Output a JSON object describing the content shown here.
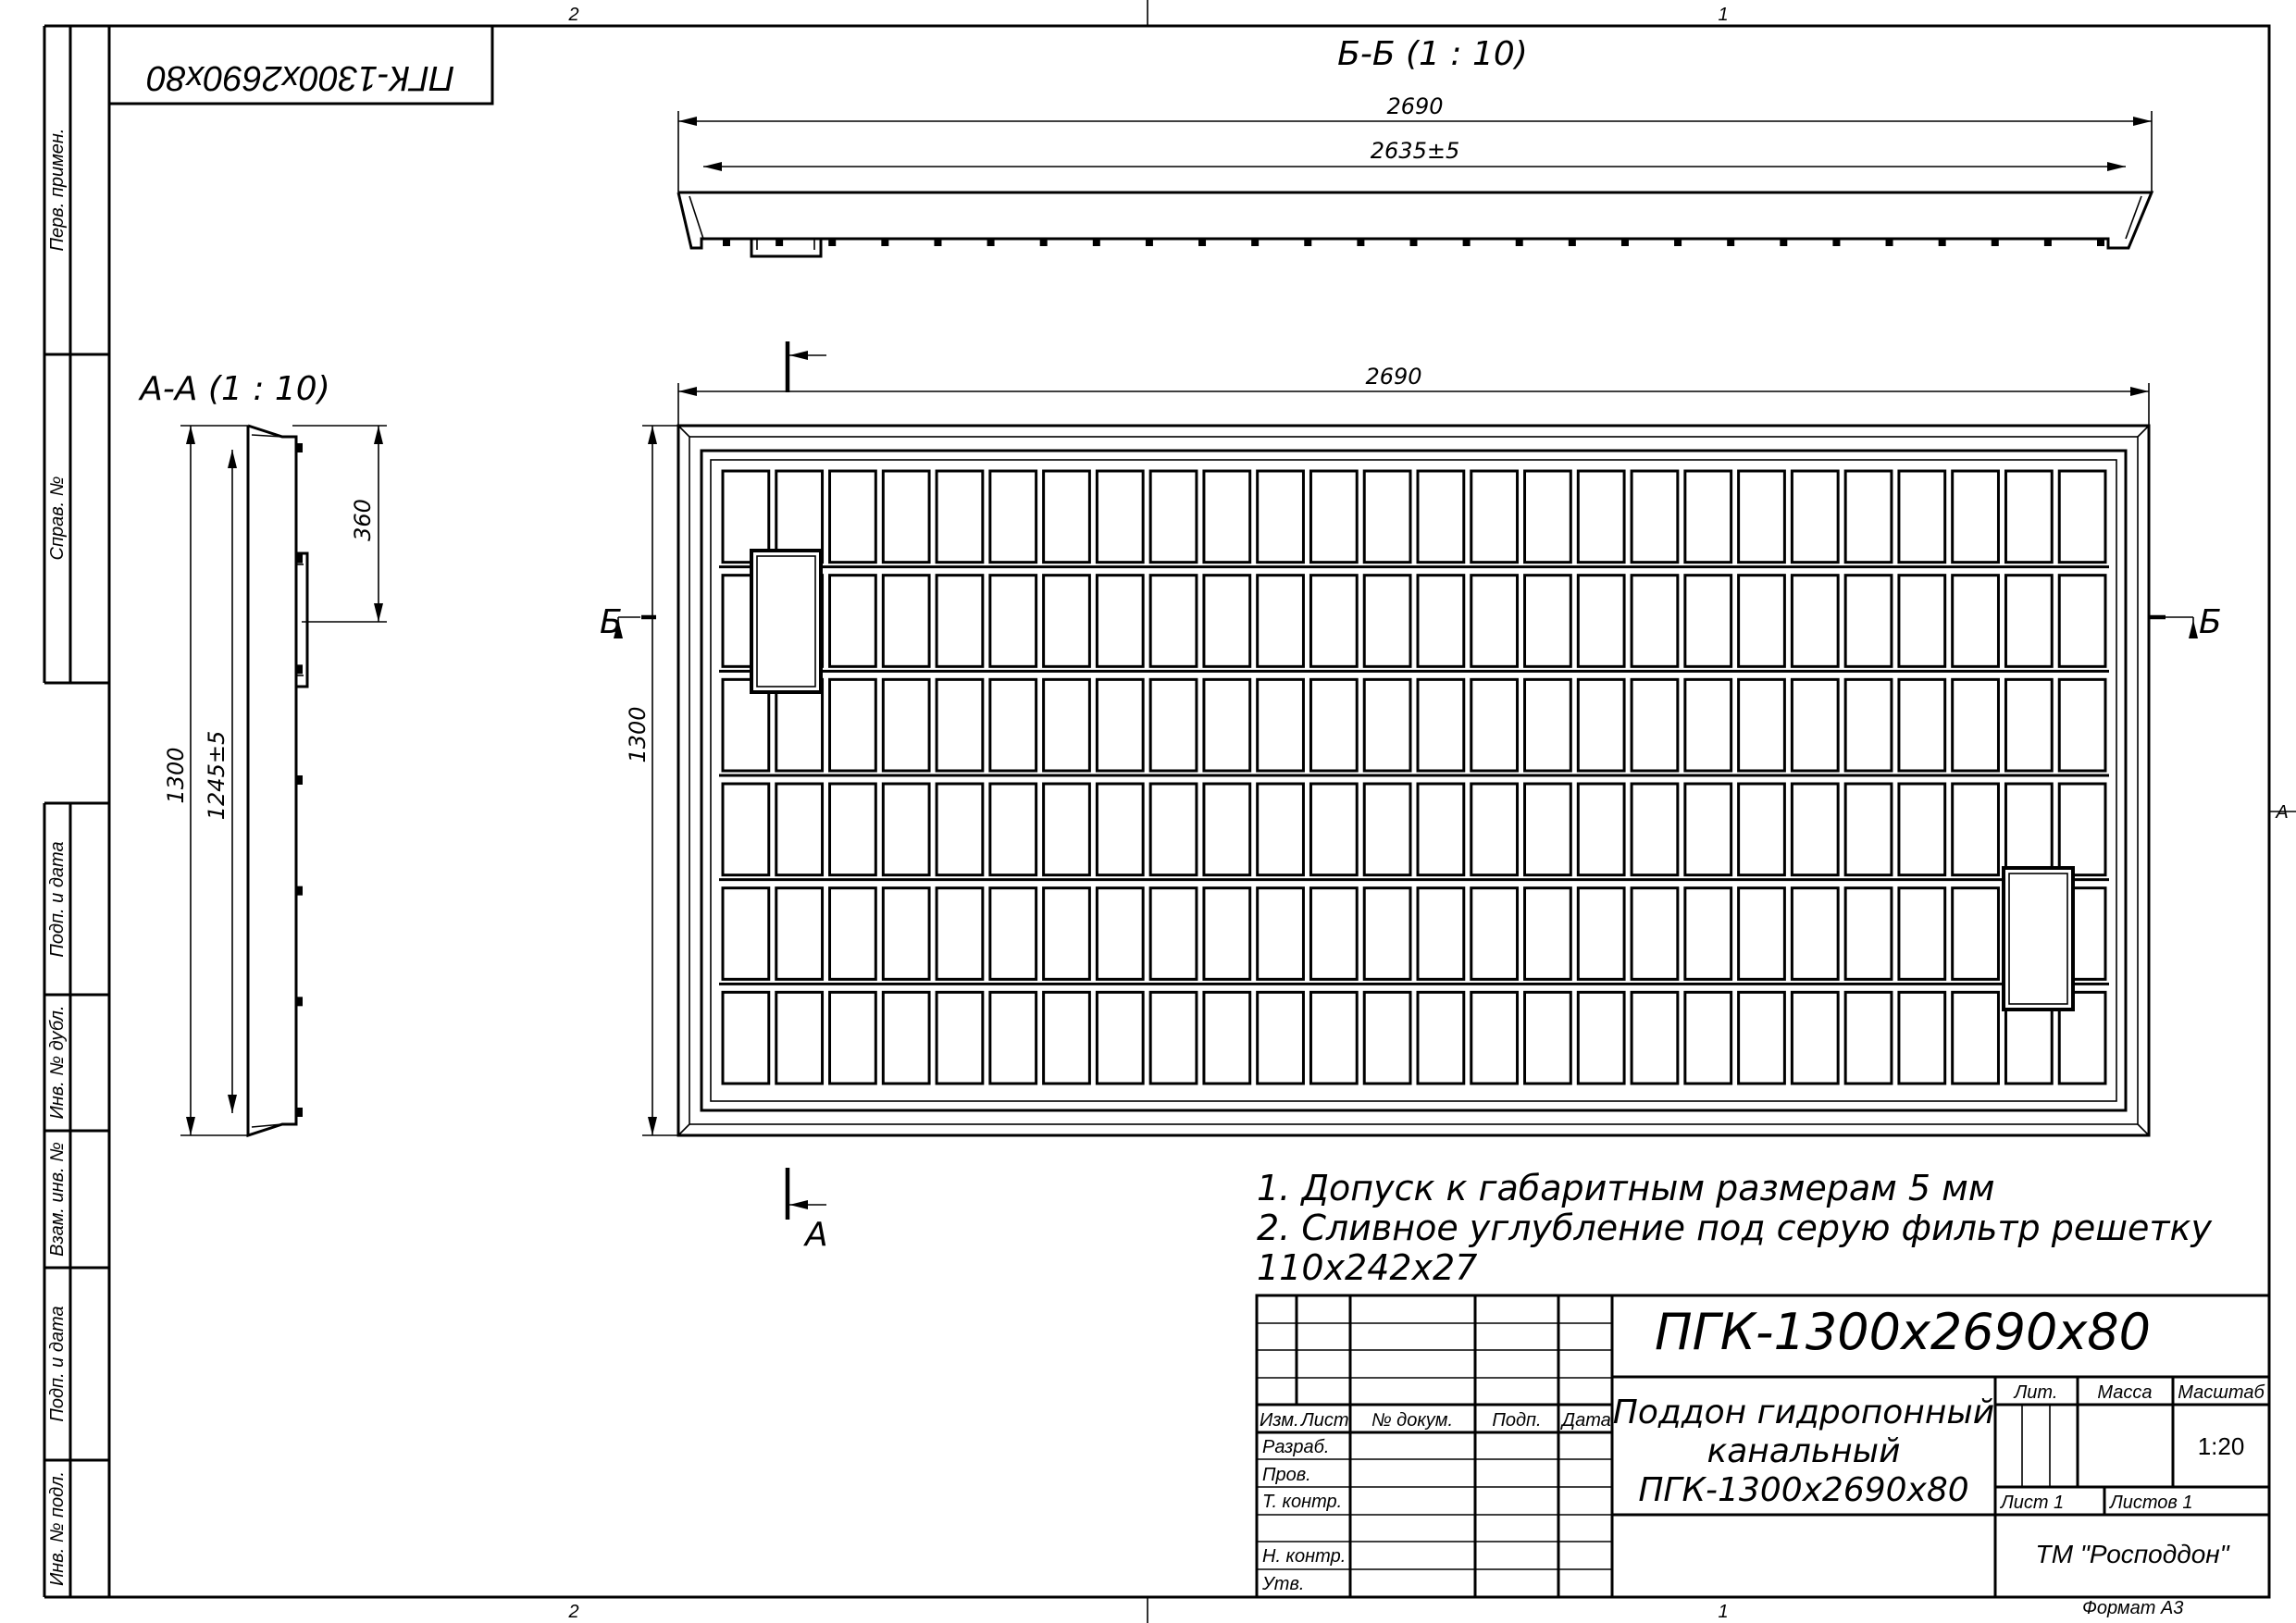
{
  "frame": {
    "zone_top_left": "2",
    "zone_top_right": "1",
    "zone_bottom_left": "2",
    "zone_bottom_right": "1",
    "zone_right": "A",
    "format": "Формат А3"
  },
  "side_stamps": {
    "perv_primen": "Перв. примен.",
    "sprav_no": "Справ. №",
    "podp_data_top": "Подп. и дата",
    "inv_dubl": "Инв. № дубл.",
    "vzam_inv": "Взам. инв. №",
    "podp_data_bottom": "Подп. и дата",
    "inv_podl": "Инв. № подл."
  },
  "mirrored_code": "ПГК-1300х2690х80",
  "section_b": {
    "title": "Б-Б (1 : 10)",
    "dim_overall": "2690",
    "dim_inner": "2635±5"
  },
  "section_a": {
    "title": "А-А (1 : 10)",
    "dim_height": "1300",
    "dim_inner": "1245±5",
    "dim_drain": "360"
  },
  "plan": {
    "dim_width": "2690",
    "dim_height": "1300",
    "marker_b": "Б",
    "marker_a": "А",
    "grid_columns": 26,
    "grid_rows": 6
  },
  "notes": [
    "1. Допуск к габаритным размерам 5 мм",
    "2. Сливное углубление под серую фильтр решетку",
    "110х242х27"
  ],
  "title_block": {
    "designation": "ПГК-1300х2690х80",
    "name_lines": [
      "Поддон гидропонный",
      "канальный",
      "ПГК-1300х2690х80"
    ],
    "col_izm": "Изм.",
    "col_list": "Лист",
    "col_docnum": "№ докум.",
    "col_podp": "Подп.",
    "col_date": "Дата",
    "row_razrab": "Разраб.",
    "row_prov": "Пров.",
    "row_tkontr": "Т. контр.",
    "row_nkontr": "Н. контр.",
    "row_utv": "Утв.",
    "lit": "Лит.",
    "mass": "Масса",
    "scale_label": "Масштаб",
    "scale_value": "1:20",
    "sheet": "Лист 1",
    "sheets": "Листов 1",
    "company": "ТМ \"Росподдон\""
  }
}
